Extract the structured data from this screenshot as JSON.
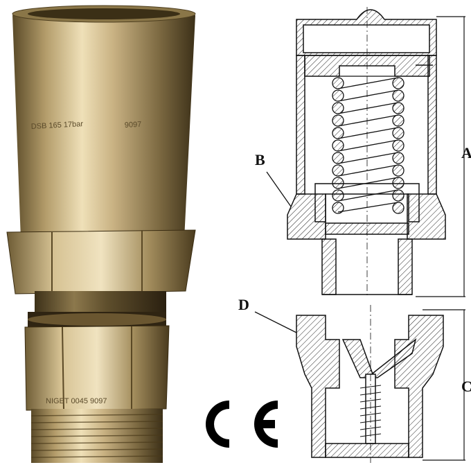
{
  "photo": {
    "engraving_top": "DSB 165 17bar",
    "engraving_code": "9097",
    "engraving_bottom": "NIGET 0045 9097"
  },
  "drawing": {
    "labels": {
      "A": "A",
      "B": "B",
      "C": "C",
      "D": "D"
    }
  },
  "mark": {
    "symbol": "CE"
  }
}
